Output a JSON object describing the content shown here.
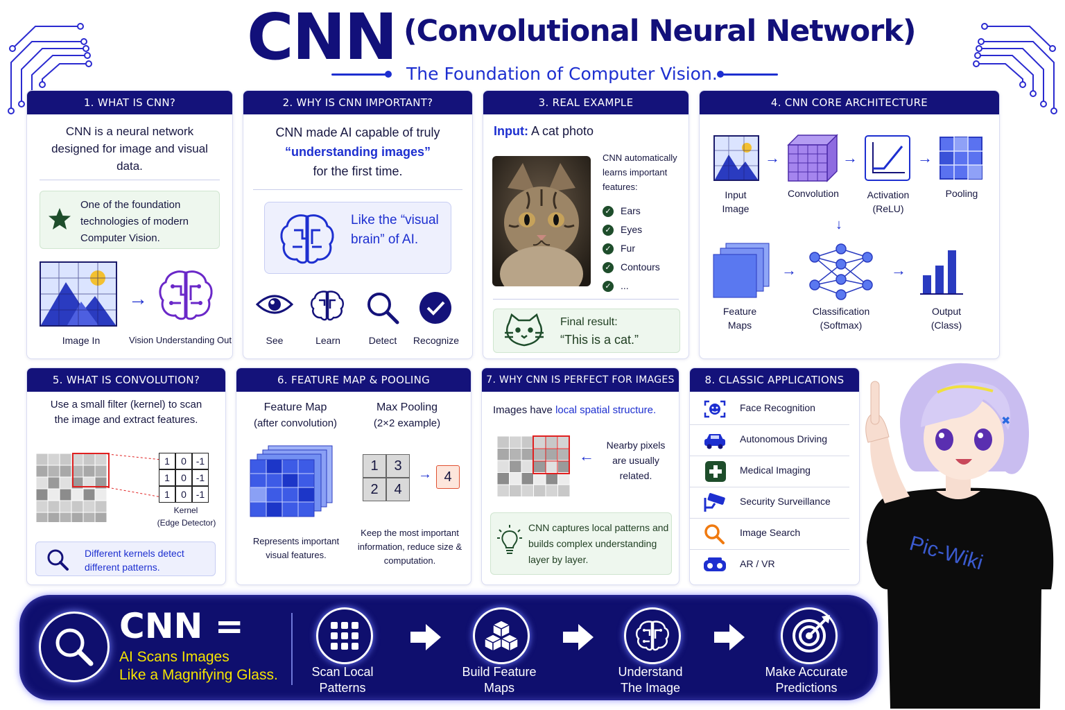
{
  "header": {
    "title_main": "CNN",
    "title_sub": "(Convolutional Neural Network)",
    "tagline": "The Foundation of Computer Vision."
  },
  "sec1": {
    "title": "1. WHAT IS CNN?",
    "desc": "CNN is a neural network designed for image and visual data.",
    "highlight": "One of the foundation technologies of modern Computer Vision.",
    "image_in": "Image In",
    "vision_out": "Vision Understanding Out"
  },
  "sec2": {
    "title": "2. WHY IS CNN IMPORTANT?",
    "line1": "CNN made AI capable of truly",
    "line2": "“understanding images”",
    "line3": "for the first time.",
    "brain_text": "Like the “visual brain” of AI.",
    "actions": [
      "See",
      "Learn",
      "Detect",
      "Recognize"
    ]
  },
  "sec3": {
    "title": "3. REAL EXAMPLE",
    "input_label": "Input:",
    "input_value": "A cat photo",
    "learns": "CNN automatically learns important features:",
    "features": [
      "Ears",
      "Eyes",
      "Fur",
      "Contours",
      "..."
    ],
    "final_label": "Final result:",
    "final_value": "“This is a cat.”"
  },
  "sec4": {
    "title": "4. CNN CORE ARCHITECTURE",
    "input_image": "Input\nImage",
    "convolution": "Convolution",
    "activation": "Activation\n(ReLU)",
    "pooling": "Pooling",
    "feature_maps": "Feature\nMaps",
    "classification": "Classification\n(Softmax)",
    "output": "Output\n(Class)"
  },
  "sec5": {
    "title": "5. WHAT IS CONVOLUTION?",
    "desc": "Use a small filter (kernel) to scan the image and extract features.",
    "kernel": [
      [
        "1",
        "0",
        "-1"
      ],
      [
        "1",
        "0",
        "-1"
      ],
      [
        "1",
        "0",
        "-1"
      ]
    ],
    "kernel_label": "Kernel",
    "kernel_sub": "(Edge Detector)",
    "note": "Different kernels detect different patterns."
  },
  "sec6": {
    "title": "6. FEATURE MAP & POOLING",
    "fm_title": "Feature Map",
    "fm_sub": "(after convolution)",
    "mp_title": "Max Pooling",
    "mp_sub": "(2×2 example)",
    "pool_values": [
      "1",
      "3",
      "2",
      "4"
    ],
    "pool_result": "4",
    "fm_desc": "Represents important visual features.",
    "mp_desc": "Keep the most important information, reduce size & computation."
  },
  "sec7": {
    "title": "7. WHY CNN IS PERFECT FOR IMAGES",
    "intro_a": "Images have ",
    "intro_b": "local spatial structure.",
    "nearby": "Nearby pixels are usually related.",
    "note": "CNN captures local patterns and builds complex understanding layer by layer."
  },
  "sec8": {
    "title": "8. CLASSIC APPLICATIONS",
    "apps": [
      {
        "label": "Face Recognition",
        "icon": "face-scan-icon"
      },
      {
        "label": "Autonomous Driving",
        "icon": "car-icon"
      },
      {
        "label": "Medical Imaging",
        "icon": "medical-cross-icon"
      },
      {
        "label": "Security Surveillance",
        "icon": "cctv-camera-icon"
      },
      {
        "label": "Image Search",
        "icon": "search-icon"
      },
      {
        "label": "AR / VR",
        "icon": "vr-headset-icon"
      }
    ]
  },
  "banner": {
    "eq": "CNN =",
    "line1": "AI Scans Images",
    "line2": "Like a Magnifying Glass.",
    "steps": [
      {
        "label": "Scan Local\nPatterns",
        "icon": "grid-scan-icon"
      },
      {
        "label": "Build Feature\nMaps",
        "icon": "cubes-icon"
      },
      {
        "label": "Understand\nThe Image",
        "icon": "brain-chip-icon"
      },
      {
        "label": "Make Accurate\nPredictions",
        "icon": "target-icon"
      }
    ]
  },
  "mascot": {
    "shirt_text": "Pic-Wiki"
  },
  "colors": {
    "navy": "#14127a",
    "accent_blue": "#1d2fd0",
    "highlight_yellow": "#f5e400",
    "success_green": "#1e4d2b"
  }
}
